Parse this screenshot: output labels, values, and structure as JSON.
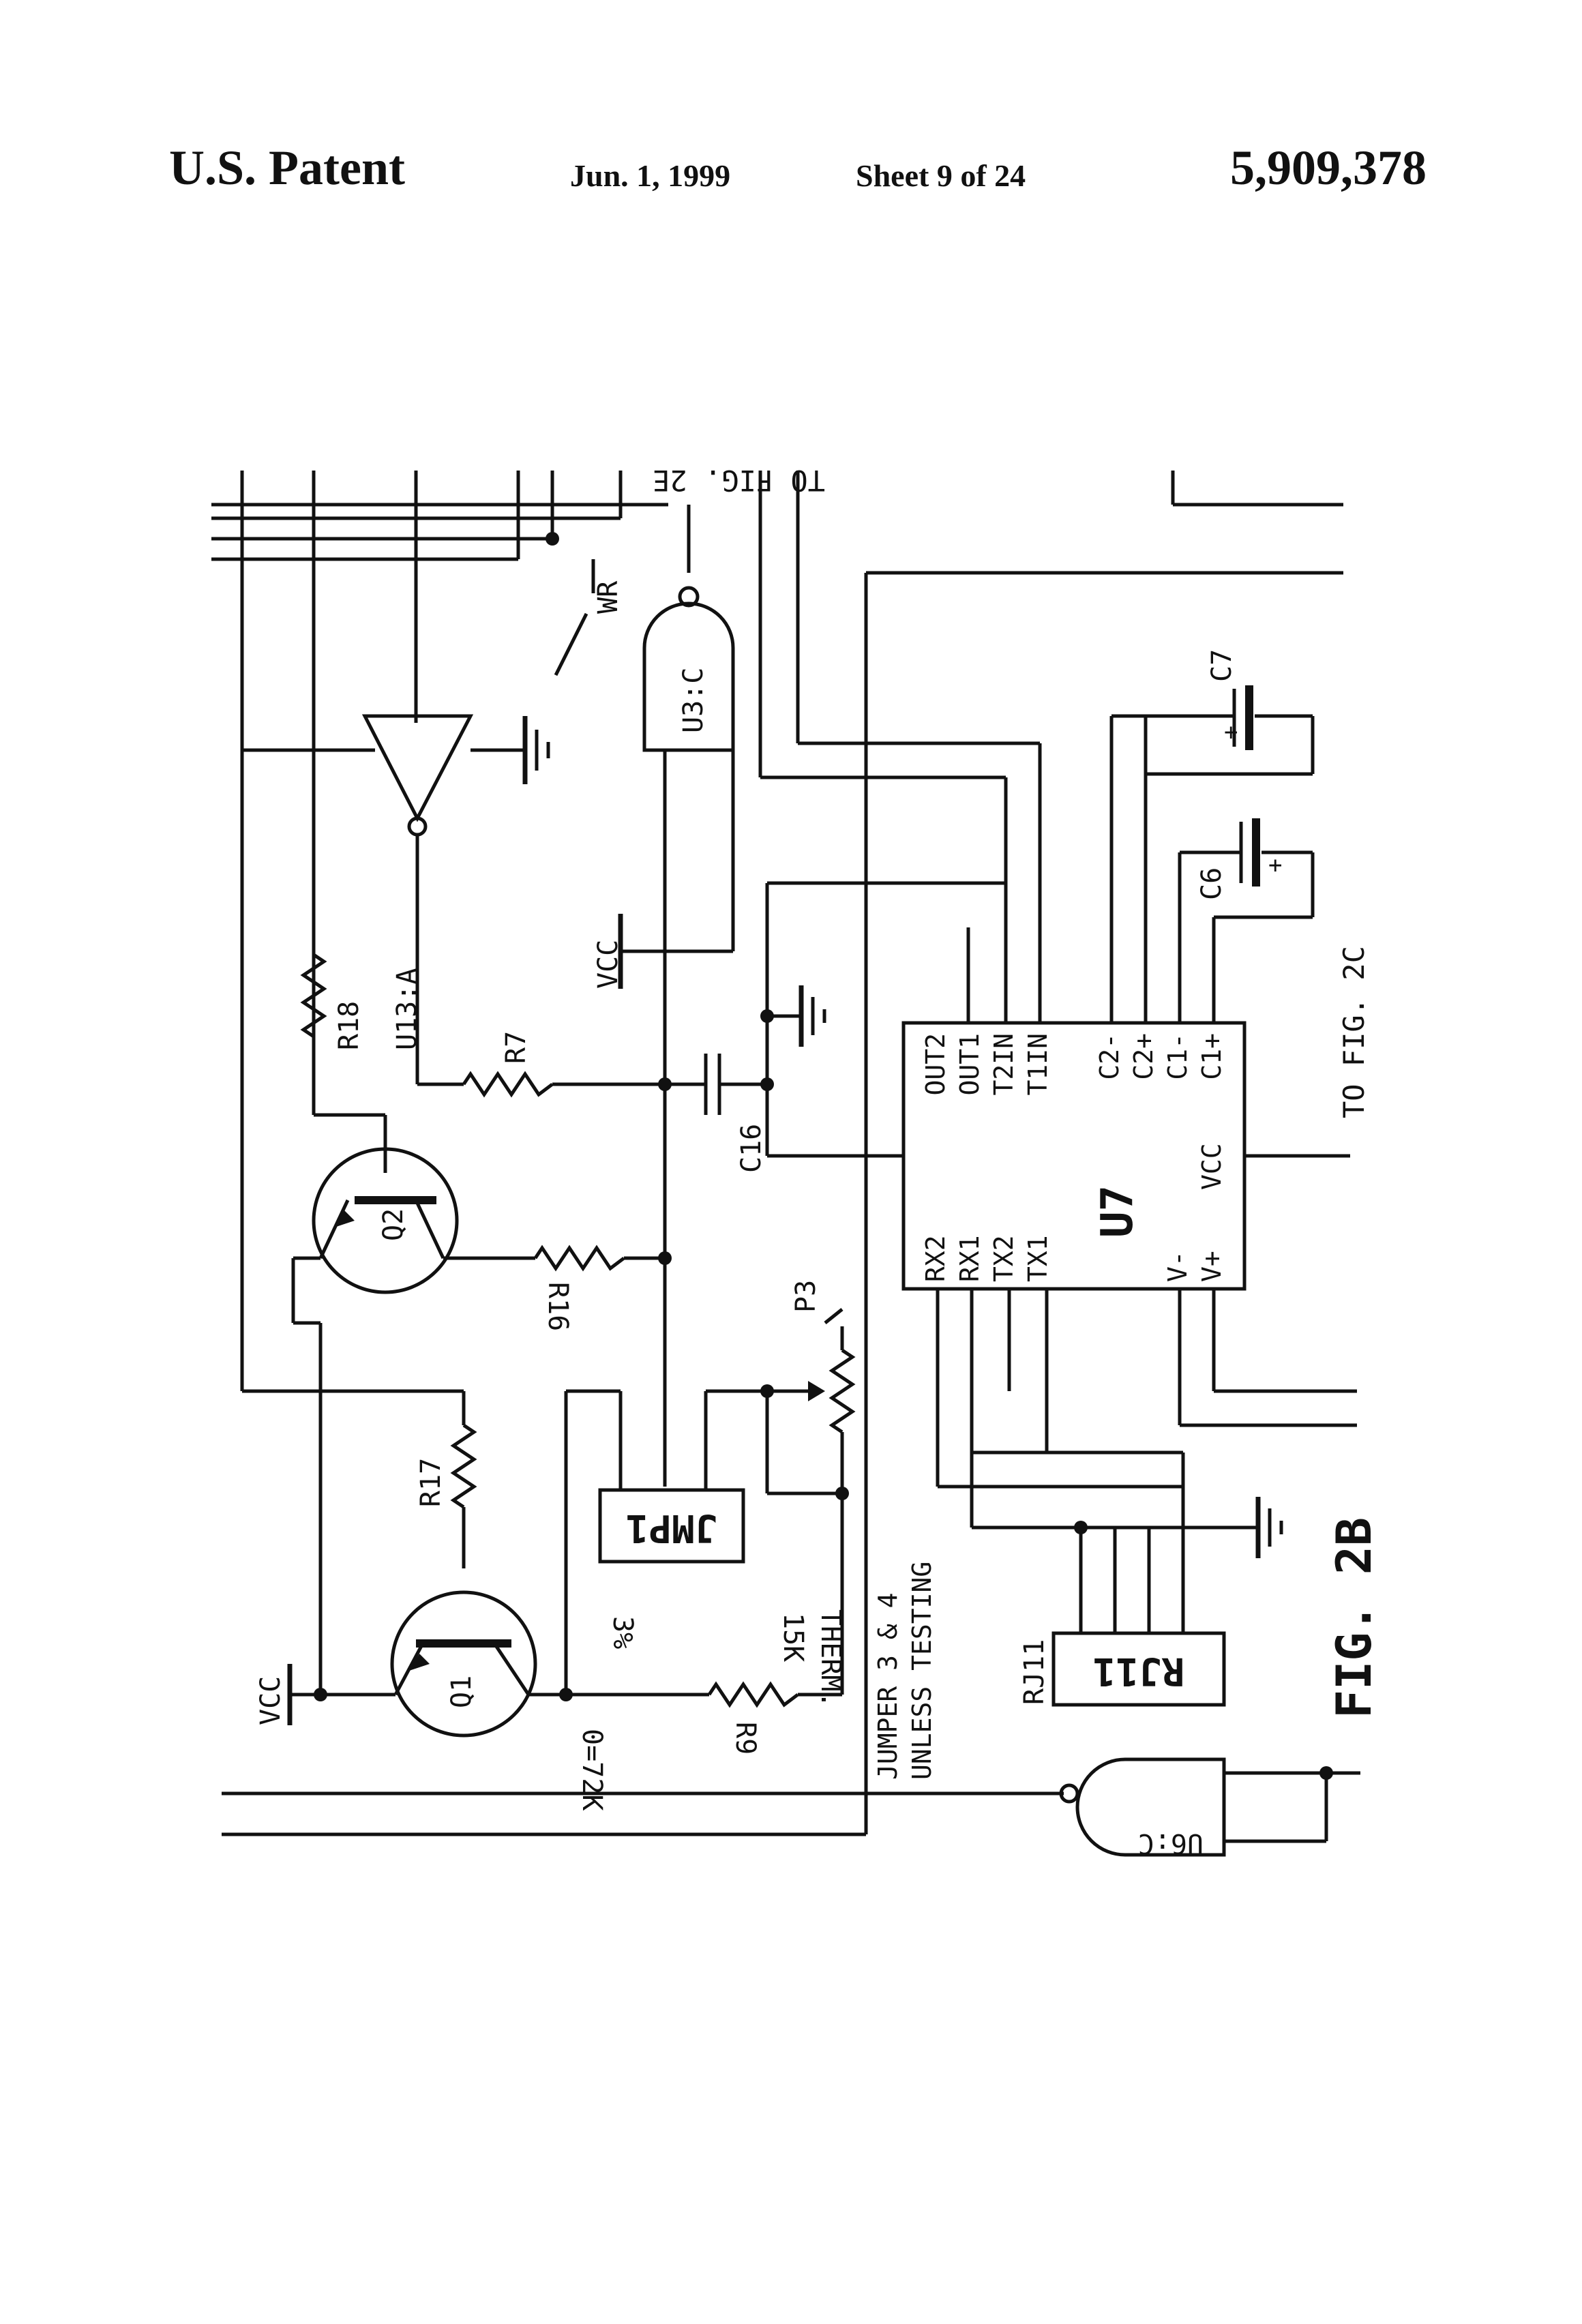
{
  "header": {
    "left_title": "U.S. Patent",
    "date": "Jun. 1, 1999",
    "sheet": "Sheet 9 of 24",
    "patent_number": "5,909,378"
  },
  "figure": {
    "caption": "FIG. 2B",
    "to_fig_2e": "TO FIG. 2E",
    "to_fig_2c": "TO FIG. 2C"
  },
  "components": {
    "u13": "U13:A",
    "u3": "U3:C",
    "u6": "U6:C",
    "wr": "WR",
    "vcc_top": "VCC",
    "vcc_left": "VCC",
    "r18": "R18",
    "r7": "R7",
    "r16": "R16",
    "r17": "R17",
    "r9": "R9",
    "c16": "C16",
    "c6": "C6",
    "c7": "C7",
    "q1": "Q1",
    "q2": "Q2",
    "p3": "P3",
    "jmp1": "JMP1",
    "rj11_label": "RJ11",
    "rj11_block": "RJ11",
    "therm": "THERM.",
    "therm_value": "15K",
    "therm_tol": "3%",
    "therm_r0": "0=72K",
    "jumper_line1": "JUMPER 3 & 4",
    "jumper_line2": "UNLESS TESTING",
    "u7": "U7"
  },
  "u7_pins": {
    "left": [
      "RX2",
      "RX1",
      "TX2",
      "TX1",
      "V-",
      "V+"
    ],
    "right": [
      "OUT2",
      "OUT1",
      "T2IN",
      "T1IN",
      "C2-",
      "C2+",
      "C1-",
      "C1+",
      "VCC"
    ]
  }
}
